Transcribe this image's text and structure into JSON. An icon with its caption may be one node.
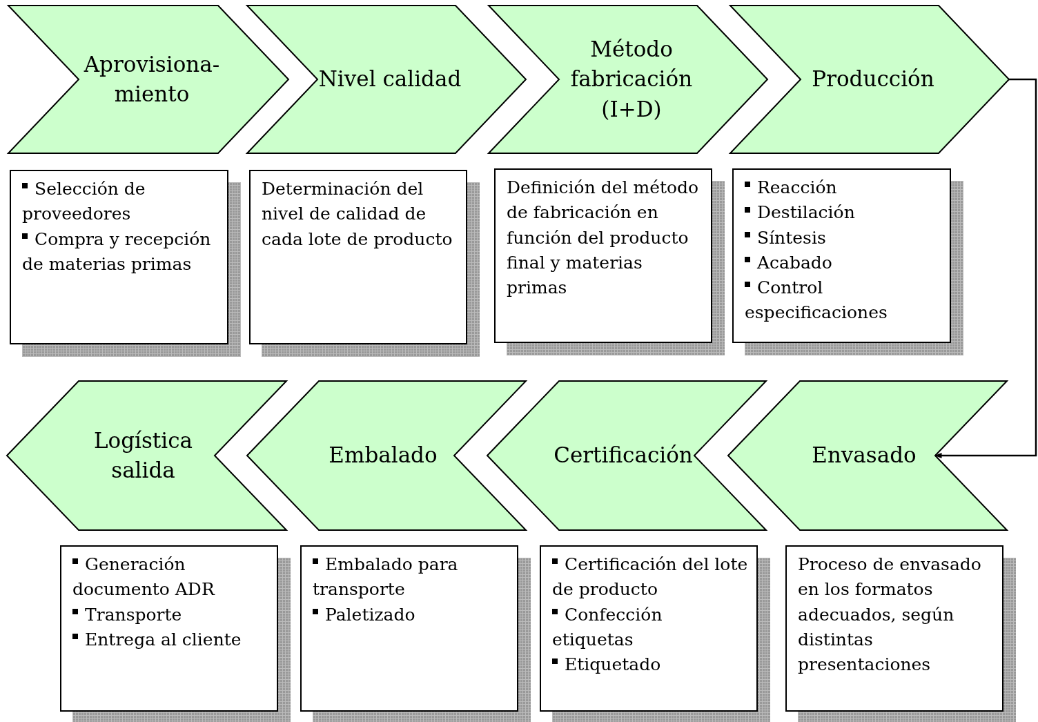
{
  "diagram": {
    "nodes": [
      {
        "text": [
          "Aprovisiona-miento"
        ]
      },
      {
        "text": [
          "Nivel calidad"
        ]
      },
      {
        "text": [
          "Método fabricación (I+D)"
        ]
      },
      {
        "text": [
          "Producción"
        ]
      },
      {
        "text": [
          "Selección de proveedores",
          "Compra y recepción de materias primas"
        ]
      },
      {
        "text": [
          "Determinación del nivel de calidad de cada lote de producto"
        ]
      },
      {
        "text": [
          "Definición del método de fabricación en función del producto final y materias primas"
        ]
      },
      {
        "text": [
          "Reacción",
          "Destilación",
          "Síntesis",
          "Acabado",
          "Control especificaciones"
        ]
      },
      {
        "text": [
          "Logística salida"
        ]
      },
      {
        "text": [
          "Embalado"
        ]
      },
      {
        "text": [
          "Certificación"
        ]
      },
      {
        "text": [
          "Envasado"
        ]
      },
      {
        "text": [
          "Generación documento ADR",
          "Transporte",
          "Entrega al cliente"
        ]
      },
      {
        "text": [
          "Embalado para transporte",
          "Paletizado"
        ]
      },
      {
        "text": [
          "Certificación del lote de producto",
          "Confección etiquetas",
          "Etiquetado"
        ]
      },
      {
        "text": [
          "Proceso de envasado en los formatos adecuados, según distintas presentaciones"
        ]
      }
    ],
    "edges": [
      {
        "from": 3,
        "to": 11,
        "arrow": "to"
      }
    ]
  }
}
